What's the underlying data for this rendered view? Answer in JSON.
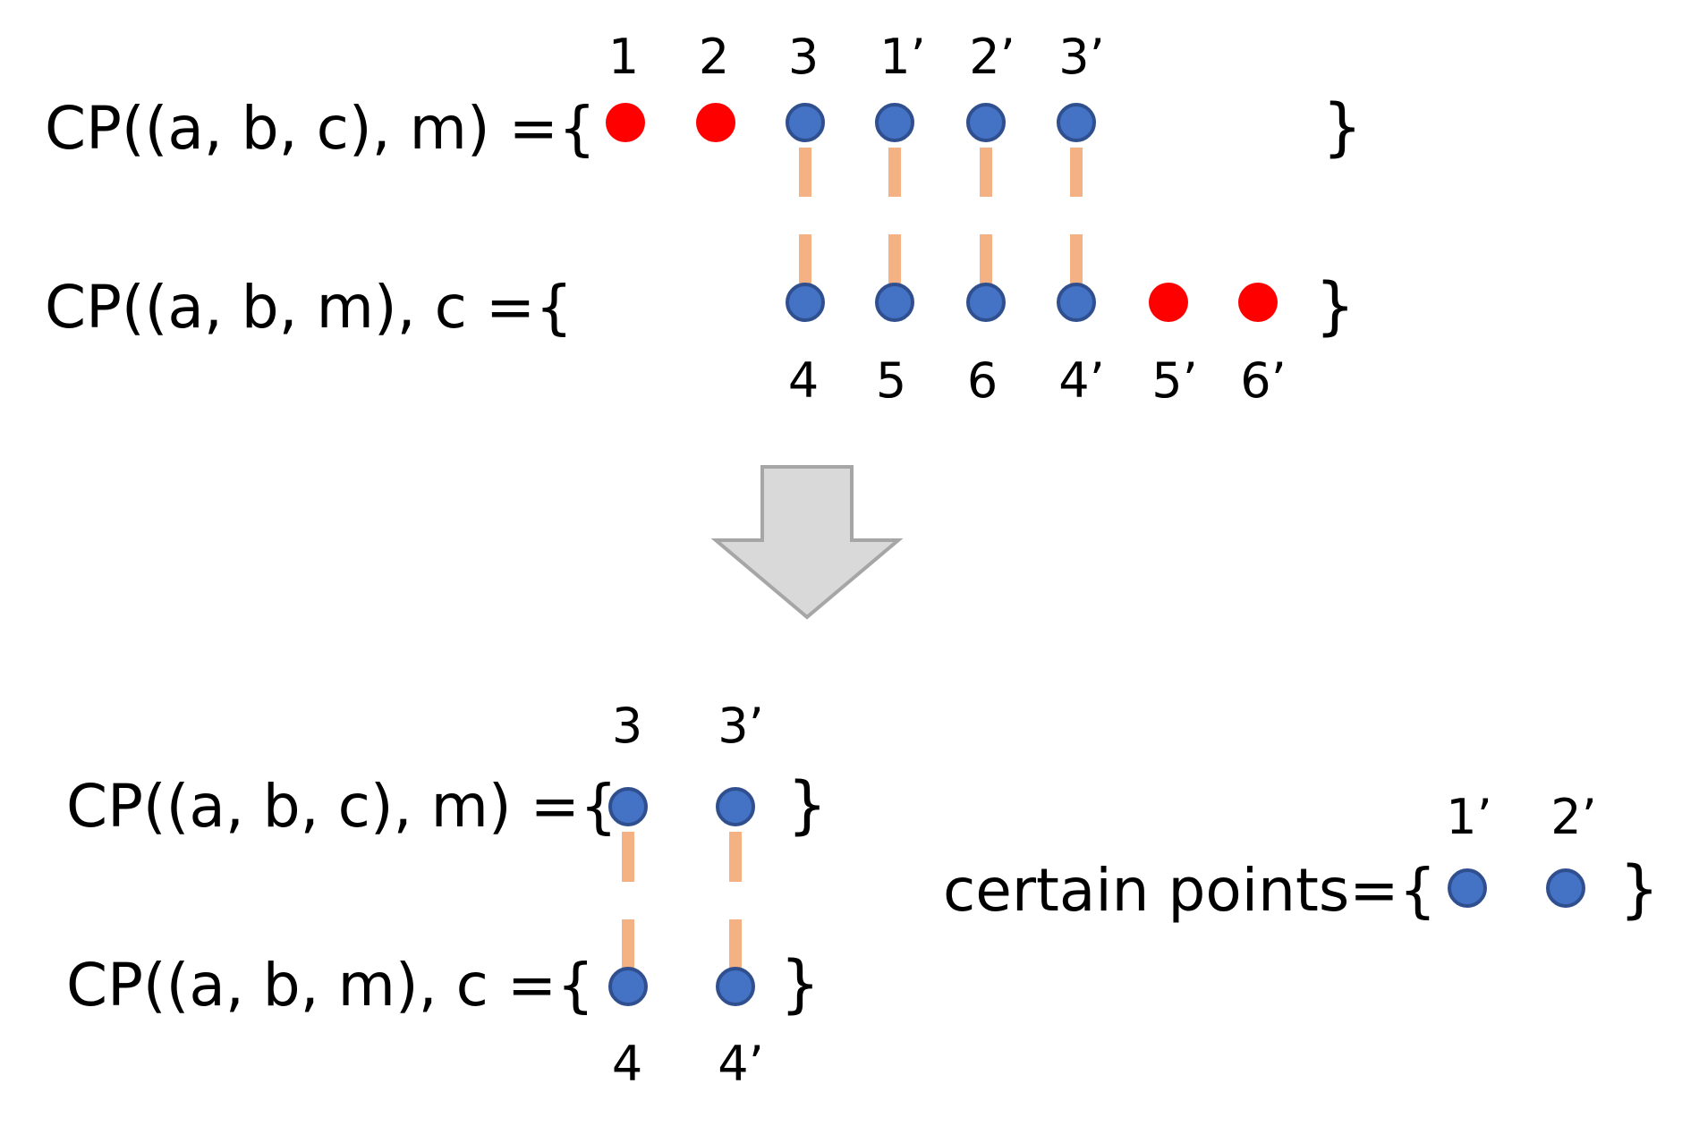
{
  "colors": {
    "uncertain_point": "#ff0000",
    "matched_point": "#4472c4",
    "matched_point_stroke": "#2f4f8f",
    "link": "#f4b183",
    "arrow_fill": "#d9d9d9",
    "arrow_stroke": "#a6a6a6"
  },
  "top": {
    "row1": {
      "equation": "CP((a, b, c), m) ={",
      "close": "}",
      "points": [
        {
          "label": "1",
          "kind": "uncertain"
        },
        {
          "label": "2",
          "kind": "uncertain"
        },
        {
          "label": "3",
          "kind": "matched"
        },
        {
          "label": "1’",
          "kind": "matched"
        },
        {
          "label": "2’",
          "kind": "matched"
        },
        {
          "label": "3’",
          "kind": "matched"
        }
      ]
    },
    "row2": {
      "equation": "CP((a, b, m), c ={",
      "close": "}",
      "points": [
        {
          "label": "4",
          "kind": "matched"
        },
        {
          "label": "5",
          "kind": "matched"
        },
        {
          "label": "6",
          "kind": "matched"
        },
        {
          "label": "4’",
          "kind": "matched"
        },
        {
          "label": "5’",
          "kind": "uncertain"
        },
        {
          "label": "6’",
          "kind": "uncertain"
        }
      ]
    }
  },
  "arrow": {
    "icon": "down-arrow-icon"
  },
  "bottom": {
    "row1": {
      "equation": "CP((a, b, c), m) ={",
      "close": "}",
      "points": [
        {
          "label": "3",
          "kind": "matched"
        },
        {
          "label": "3’",
          "kind": "matched"
        }
      ]
    },
    "row2": {
      "equation": "CP((a, b, m), c ={",
      "close": "}",
      "points": [
        {
          "label": "4",
          "kind": "matched"
        },
        {
          "label": "4’",
          "kind": "matched"
        }
      ]
    },
    "certain": {
      "equation": "certain points={",
      "close": "}",
      "points": [
        {
          "label": "1’",
          "kind": "matched"
        },
        {
          "label": "2’",
          "kind": "matched"
        }
      ]
    }
  }
}
